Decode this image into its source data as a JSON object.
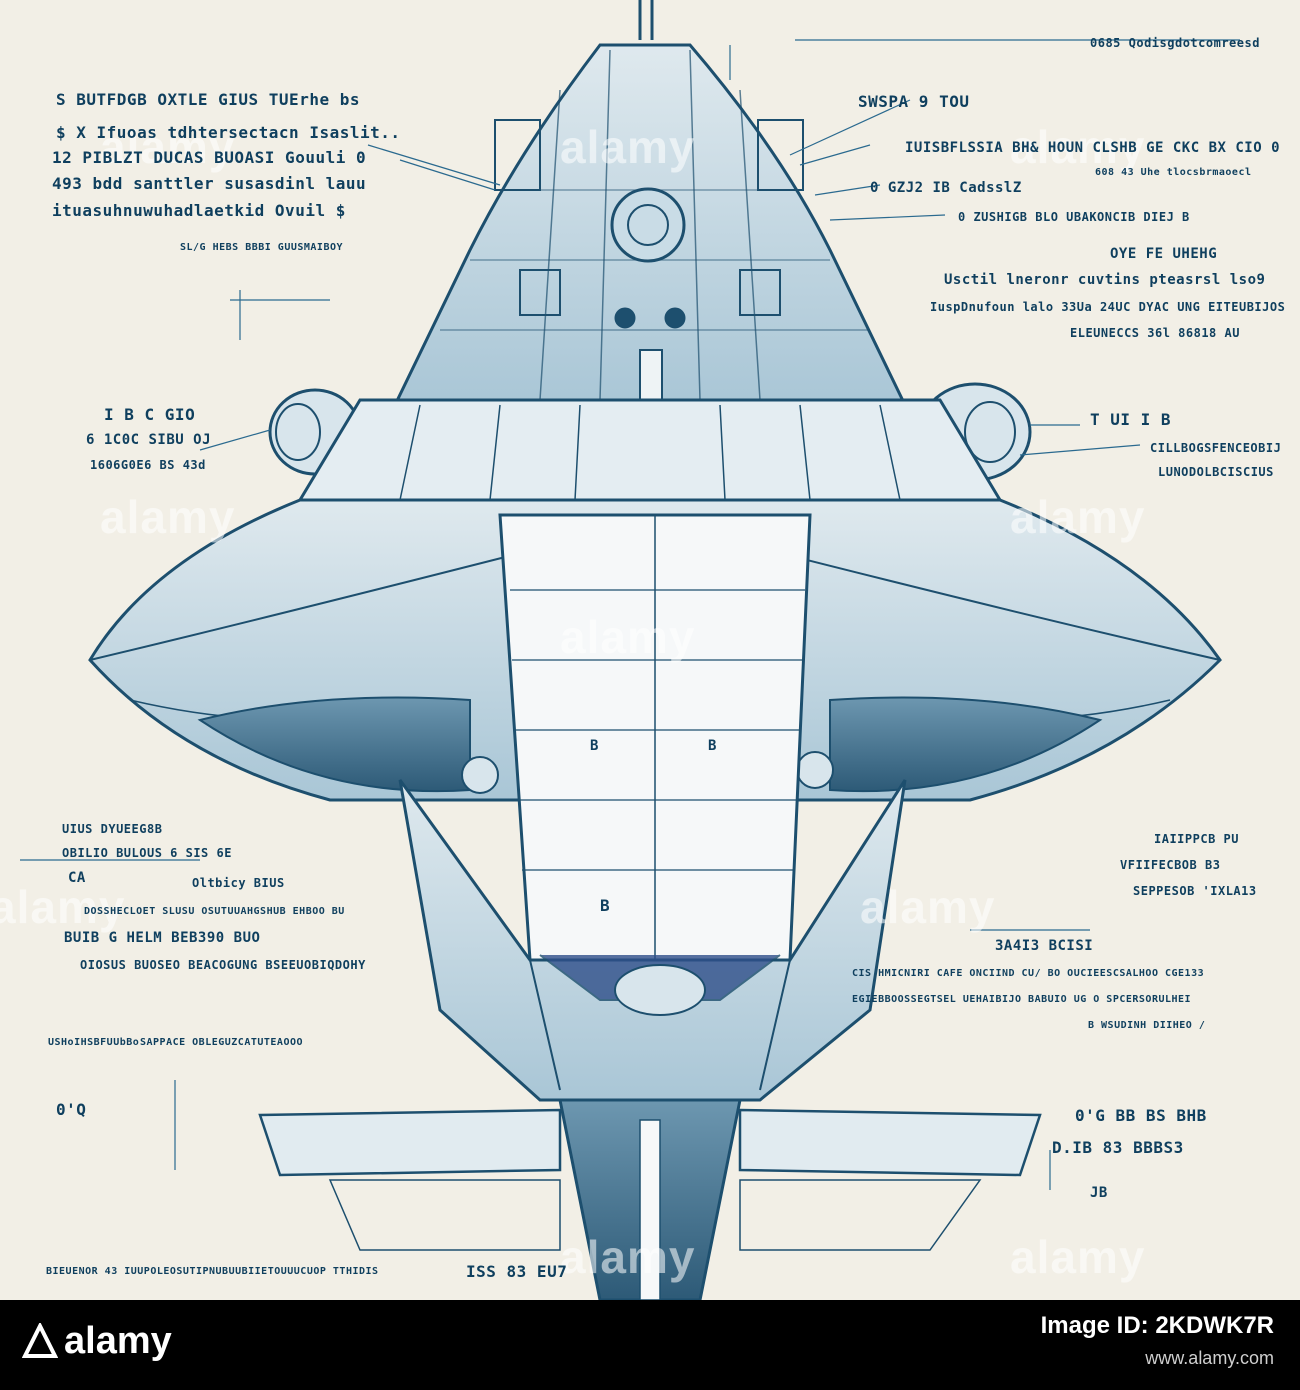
{
  "colors": {
    "paper": "#f2efe6",
    "ink": "#0f3f5e",
    "ink_light": "#4f86a6",
    "footer_bg": "#000000",
    "footer_text": "#ffffff"
  },
  "annotations": {
    "top_right_1": "0685 Qodisgdotcomreesd",
    "left_1": "S BUTFDGB OXTLE GIUS TUErhe bs",
    "left_2": "$ X Ifuoas tdhtersectacn Isaslit..",
    "left_3": "12 PIBLZT DUCAS BUOASI Gouuli 0",
    "left_4": "493 bdd santtler susasdinl lauu",
    "left_5": "ituasuhnuwuhadlaetkid Ovuil $",
    "left_6": "SL/G HEBS BBBI GUUSMAIBOY",
    "upper_right_1": "SWSPA 9 TOU",
    "upper_right_2": "IUISBFLSSIA BH& HOUN CLSHB GE CKC BX CIO 0",
    "upper_right_3": "608 43 Uhe tlocsbrmaoecl",
    "upper_right_4": "0 GZJ2 IB CadsslZ",
    "upper_right_5": "0 ZUSHIGB BLO UBAKONCIB DIEJ B",
    "upper_right_6": "OYE FE UHEHG",
    "upper_right_7": "Usctil lneronr cuvtins pteasrsl lso9",
    "upper_right_8": "IuspDnufoun lalo 33Ua 24UC DYAC UNG EITEUBIJOS",
    "upper_right_9": "ELEUNECCS 36l 86818 AU",
    "mid_left_1": "I B C GIO",
    "mid_left_2": "6 1C0C SIBU OJ",
    "mid_left_3": "1606G0E6 BS 43d",
    "mid_right_1": "T UI I B",
    "mid_right_2": "CILLBOGSFENCEOBIJ",
    "mid_right_3": "LUNODOLBCISCIUS",
    "lower_left_1": "UIUS DYUEEG8B",
    "lower_left_2": "OBILIO BULOUS 6 SIS 6E",
    "lower_left_3": "CA",
    "lower_left_4": "Oltbicy BIUS",
    "lower_left_5": "DOSSHECLOET SLUSU OSUTUUAHGSHUB EHBOO BU",
    "lower_left_6": "BUIB G HELM BEB390 BUO",
    "lower_left_7": "OIOSUS BUOSEO BEACOGUNG BSEEUOBIQDOHY",
    "lower_left_8": "SAPPACE OBLEGUZCATUTEAOOO",
    "lower_left_9": "USHoIHSBFUUbBo",
    "lower_left_10": "0'Q",
    "center_1": "B",
    "center_2": "B",
    "center_3": "B",
    "lower_right_1": "IAIIPPCB PU",
    "lower_right_2": "VFIIFECBOB B3",
    "lower_right_3": "SEPPESOB 'IXLA13",
    "lower_right_4": "3A4I3 BCISI",
    "lower_right_5": "CIS HMICNIRI CAFE ONCIIND CU/ BO OUCIEESCSALHOO CGE133",
    "lower_right_6": "EGIEBBOOSSEGTSEL UEHAIBIJO BABUIO UG O SPCERSORULHEI",
    "lower_right_7": "B WSUDINH DIIHEO /",
    "bottom_right_1": "0'G BB BS BHB",
    "bottom_right_2": "D.IB 83 BBBS3",
    "bottom_right_3": "JB",
    "bottom_left_1": "BIEUENOR 43 IUUPOLEOSUTIPNUBUUBIIETOUUUCUOP TTHIDIS",
    "bottom_center_1": "ISS 83 EU7"
  },
  "watermark": "alamy",
  "footer": {
    "logo": "alamy",
    "image_id": "Image ID: 2KDWK7R",
    "url": "www.alamy.com"
  }
}
